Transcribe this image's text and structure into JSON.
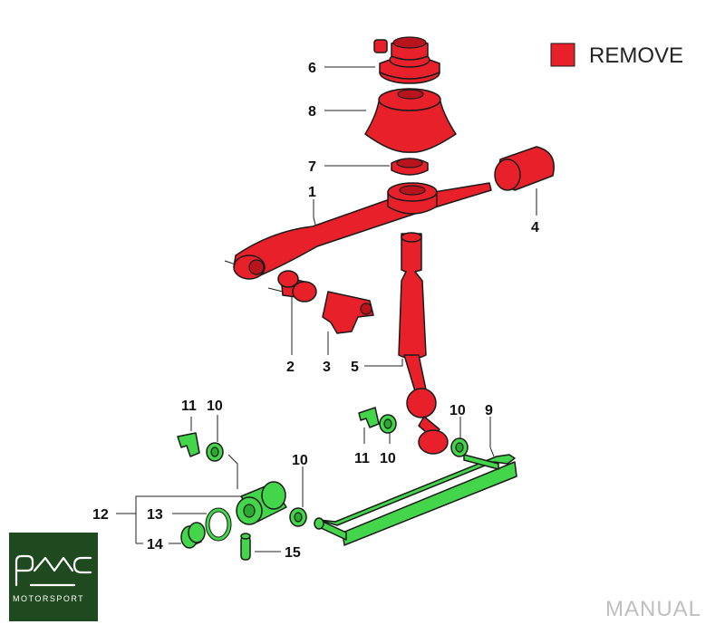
{
  "legend": {
    "label": "REMOVE",
    "color": "#e8202a"
  },
  "colors": {
    "remove": "#e8202a",
    "keep": "#44d64a",
    "outline": "#1a1a1a",
    "logo_bg": "#1f4a1f"
  },
  "callouts": [
    "1",
    "2",
    "3",
    "4",
    "5",
    "6",
    "7",
    "8",
    "9",
    "10",
    "10",
    "10",
    "10",
    "11",
    "11",
    "12",
    "13",
    "14",
    "15"
  ],
  "watermark": "MANUAL",
  "logo": {
    "text": "MOTORSPORT"
  }
}
